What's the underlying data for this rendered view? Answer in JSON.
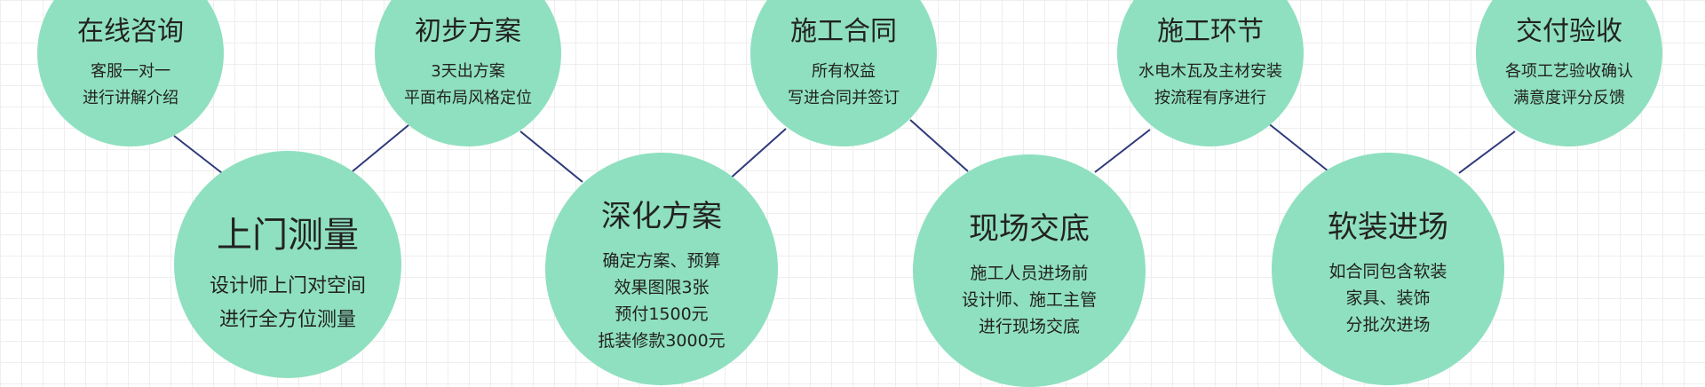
{
  "colors": {
    "node_fill": "#8fe0c0",
    "connector": "#2e3a7a",
    "grid": "#eeeeee"
  },
  "steps": [
    {
      "title": "在线咨询",
      "lines": [
        "客服一对一",
        "进行讲解介绍"
      ]
    },
    {
      "title": "上门测量",
      "lines": [
        "设计师上门对空间",
        "进行全方位测量"
      ]
    },
    {
      "title": "初步方案",
      "lines": [
        "3天出方案",
        "平面布局风格定位"
      ]
    },
    {
      "title": "深化方案",
      "lines": [
        "确定方案、预算",
        "效果图限3张",
        "预付1500元",
        "抵装修款3000元"
      ]
    },
    {
      "title": "施工合同",
      "lines": [
        "所有权益",
        "写进合同并签订"
      ]
    },
    {
      "title": "现场交底",
      "lines": [
        "施工人员进场前",
        "设计师、施工主管",
        "进行现场交底"
      ]
    },
    {
      "title": "施工环节",
      "lines": [
        "水电木瓦及主材安装",
        "按流程有序进行"
      ]
    },
    {
      "title": "软装进场",
      "lines": [
        "如合同包含软装",
        "家具、装饰",
        "分批次进场"
      ]
    },
    {
      "title": "交付验收",
      "lines": [
        "各项工艺验收确认",
        "满意度评分反馈"
      ]
    }
  ]
}
